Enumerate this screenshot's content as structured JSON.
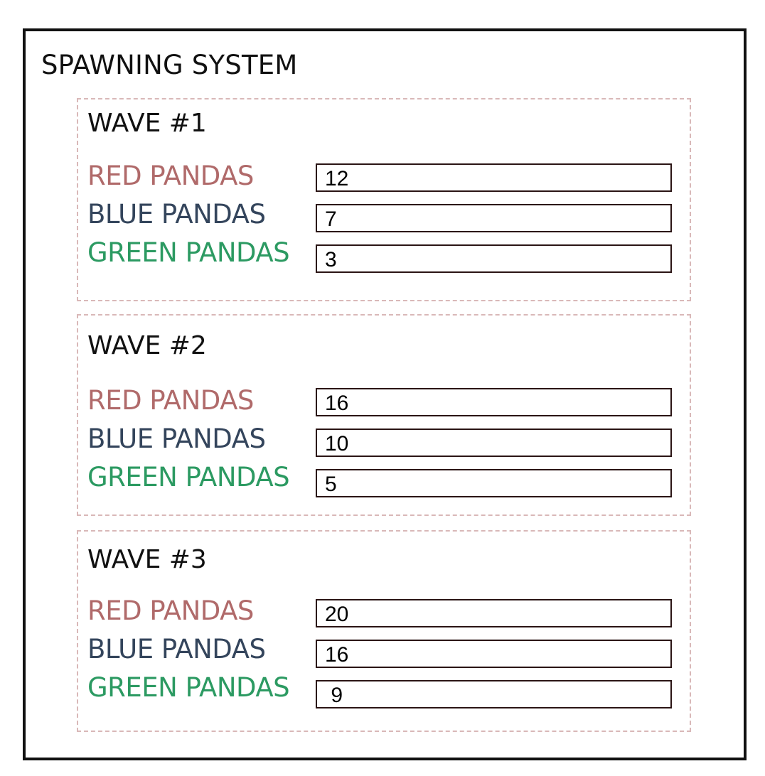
{
  "title": "SPAWNING SYSTEM",
  "colors": {
    "red_label": "#b06a6a",
    "blue_label": "#34455c",
    "green_label": "#2c9a62",
    "wave_border": "#d9b8b8",
    "outer_border": "#111111"
  },
  "waves": [
    {
      "title": "WAVE #1",
      "rows": [
        {
          "label": "RED PANDAS",
          "value": "12"
        },
        {
          "label": "BLUE PANDAS",
          "value": "7"
        },
        {
          "label": "GREEN PANDAS",
          "value": "3"
        }
      ]
    },
    {
      "title": "WAVE #2",
      "rows": [
        {
          "label": "RED PANDAS",
          "value": "16"
        },
        {
          "label": "BLUE PANDAS",
          "value": "10"
        },
        {
          "label": "GREEN PANDAS",
          "value": "5"
        }
      ]
    },
    {
      "title": "WAVE #3",
      "rows": [
        {
          "label": "RED PANDAS",
          "value": "20"
        },
        {
          "label": "BLUE PANDAS",
          "value": "16"
        },
        {
          "label": "GREEN PANDAS",
          "value": " 9"
        }
      ]
    }
  ]
}
